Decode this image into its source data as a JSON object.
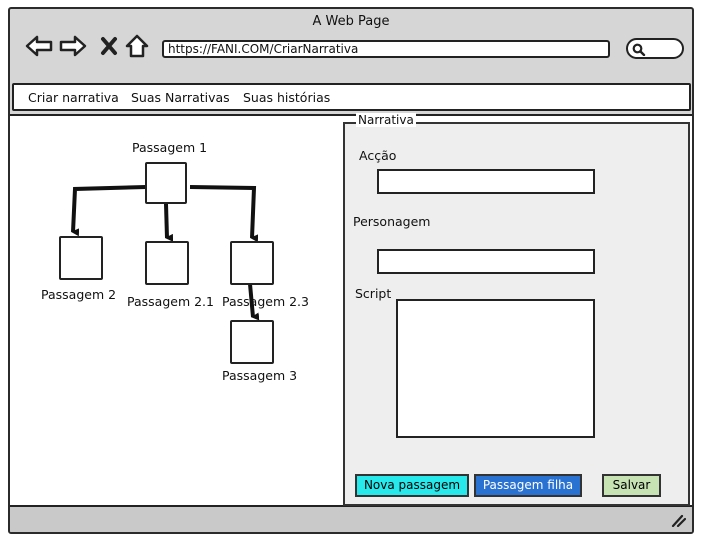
{
  "window": {
    "title": "A Web Page"
  },
  "browser": {
    "url": "https://FANI.COM/CriarNarrativa",
    "icons": [
      "back-arrow-icon",
      "forward-arrow-icon",
      "close-icon",
      "home-icon",
      "search-icon"
    ]
  },
  "menu": {
    "items": [
      {
        "label": "Criar narrativa"
      },
      {
        "label": "Suas Narrativas"
      },
      {
        "label": "Suas histórias"
      }
    ]
  },
  "diagram": {
    "nodes": [
      {
        "id": "p1",
        "label": "Passagem 1"
      },
      {
        "id": "p2",
        "label": "Passagem 2"
      },
      {
        "id": "p21",
        "label": "Passagem 2.1"
      },
      {
        "id": "p23",
        "label": "Passagem 2.3"
      },
      {
        "id": "p3",
        "label": "Passagem 3"
      }
    ],
    "edges": [
      {
        "from": "p1",
        "to": "p2"
      },
      {
        "from": "p1",
        "to": "p21"
      },
      {
        "from": "p1",
        "to": "p23"
      },
      {
        "from": "p23",
        "to": "p3"
      }
    ]
  },
  "form": {
    "legend": "Narrativa",
    "accao_label": "Acção",
    "accao_value": "",
    "personagem_label": "Personagem",
    "personagem_value": "",
    "script_label": "Script",
    "script_value": "",
    "buttons": {
      "nova": "Nova passagem",
      "filha": "Passagem filha",
      "salvar": "Salvar"
    }
  },
  "colors": {
    "nova_bg": "#27e8ea",
    "filha_bg": "#2a72d1",
    "salvar_bg": "#c7e3b3"
  }
}
